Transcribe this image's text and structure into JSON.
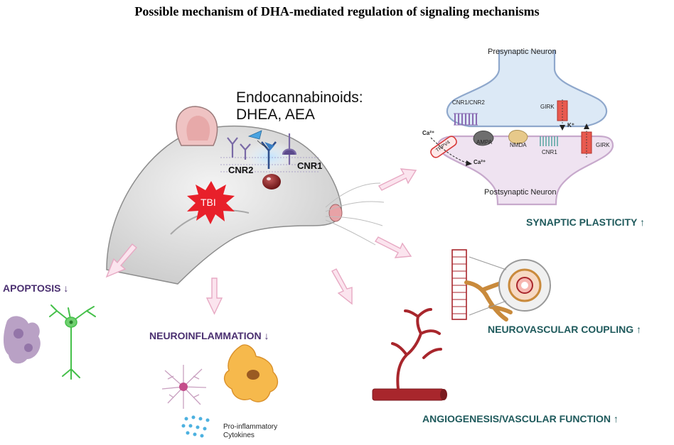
{
  "title": "Possible mechanism of DHA-mediated regulation of signaling mechanisms",
  "endocannabinoids": {
    "line1": "Endocannabinoids:",
    "line2": "DHEA, AEA"
  },
  "receptors": {
    "cnr2": "CNR2",
    "cnr1": "CNR1"
  },
  "injury": "TBI",
  "synapse": {
    "presynaptic": "Presynaptic Neuron",
    "postsynaptic": "Postsynaptic Neuron",
    "cnr1_cnr2": "CNR1/CNR2",
    "girk_pre": "GIRK",
    "girk_post": "GIRK",
    "k_ion": "K⁺",
    "ca_in": "Ca²⁺",
    "ca_out": "Ca²⁺",
    "trpv4": "TRPV4",
    "ampa": "AMPA",
    "nmda": "NMDA",
    "cnr1": "CNR1"
  },
  "outcomes": {
    "synaptic_plasticity": "SYNAPTIC PLASTICITY ↑",
    "neurovascular_coupling": "NEUROVASCULAR COUPLING ↑",
    "angiogenesis": "ANGIOGENESIS/VASCULAR FUNCTION ↑",
    "apoptosis": "APOPTOSIS ↓",
    "neuroinflammation": "NEUROINFLAMMATION ↓"
  },
  "cytokines": {
    "line1": "Pro-inflammatory",
    "line2": "Cytokines"
  },
  "colors": {
    "outcome_teal": "#1f5a5c",
    "outcome_purple": "#4a2f70",
    "arrow_pink": "#f2c4d6",
    "tbi_red": "#e8202a",
    "presynaptic_fill": "#dce9f6",
    "postsynaptic_fill": "#efe3f1",
    "vessel_red": "#a8262c"
  }
}
